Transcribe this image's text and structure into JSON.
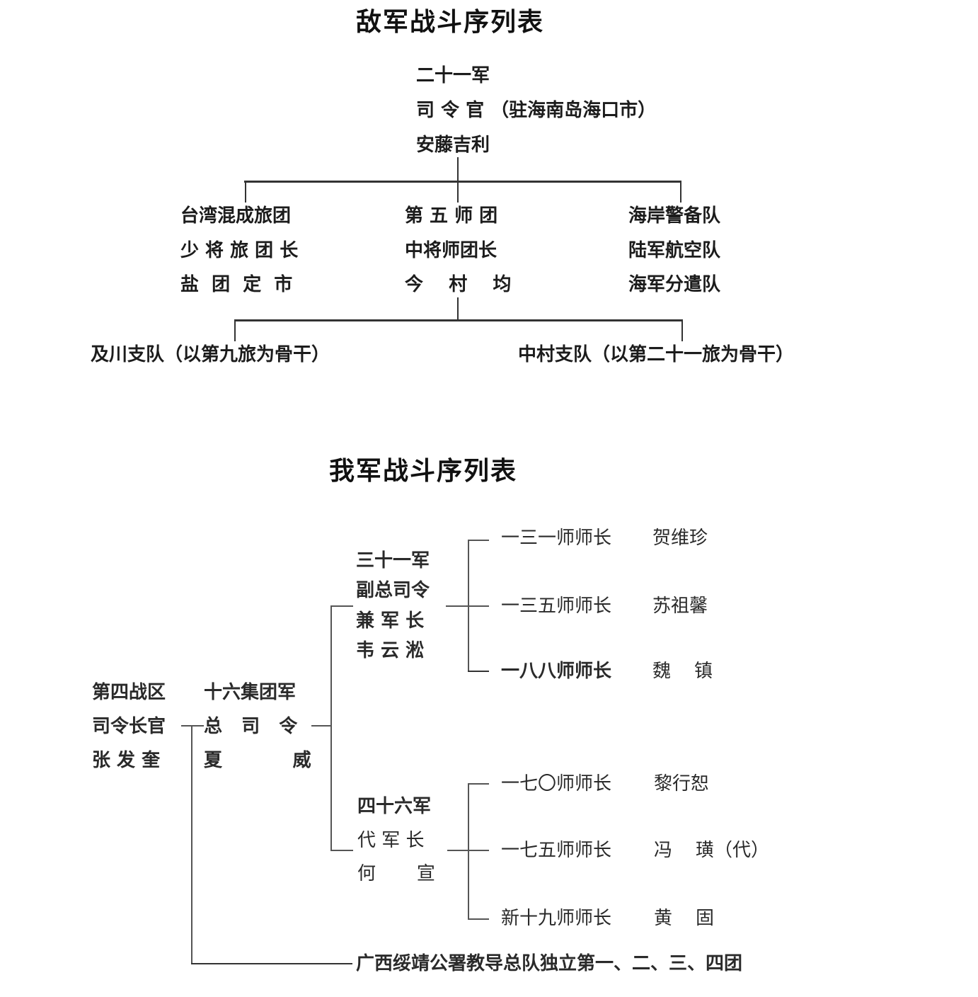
{
  "enemy": {
    "title": "敌军战斗序列表",
    "root": {
      "line1": "二十一军",
      "line2": "司 令 官 （驻海南岛海口市）",
      "line3": "安藤吉利"
    },
    "branches": [
      {
        "line1": "台湾混成旅团",
        "line2": "少 将 旅 团 长",
        "line3": "盐  团  定  市"
      },
      {
        "line1": "第 五 师 团",
        "line2": "中将师团长",
        "line3": "今    村    均"
      },
      {
        "line1": "海岸警备队",
        "line2": "陆军航空队",
        "line3": "海军分遣队"
      }
    ],
    "detachments": [
      "及川支队（以第九旅为骨干）",
      "中村支队（以第二十一旅为骨干）"
    ]
  },
  "friendly": {
    "title": "我军战斗序列表",
    "war_zone": {
      "line1": "第四战区",
      "line2": "司令长官",
      "line3": "张 发 奎"
    },
    "group_army": {
      "line1": "十六集团军",
      "line2": "总   司   令",
      "line3": "夏           威"
    },
    "armies": [
      {
        "line1": "三十一军",
        "line2": "副总司令",
        "line3": "兼 军 长",
        "line4": "韦 云 淞",
        "divisions": [
          {
            "unit": "一三一师师长",
            "commander": "贺维珍"
          },
          {
            "unit": "一三五师师长",
            "commander": "苏祖馨"
          },
          {
            "unit": "一八八师师长",
            "commander": "魏    镇"
          }
        ]
      },
      {
        "line1": "四十六军",
        "line2": "代 军 长",
        "line3": "何       宣",
        "divisions": [
          {
            "unit": "一七〇师师长",
            "commander": "黎行恕"
          },
          {
            "unit": "一七五师师长",
            "commander": "冯    璜（代）"
          },
          {
            "unit": "新十九师师长",
            "commander": "黄    固"
          }
        ]
      }
    ],
    "independent": "广西绥靖公署教导总队独立第一、二、三、四团"
  }
}
